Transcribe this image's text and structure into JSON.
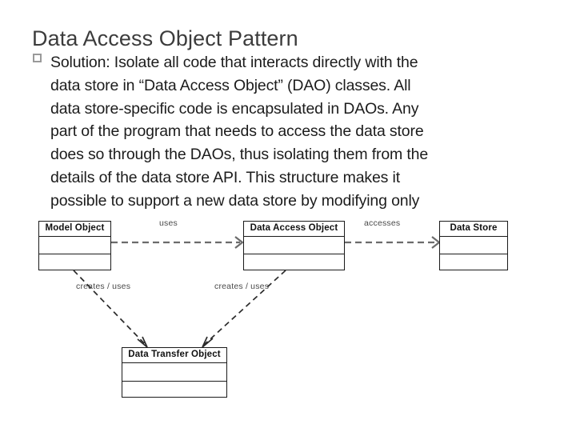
{
  "slide": {
    "title": "Data Access Object Pattern",
    "bullet": {
      "marker_icon": "hollow-square-bullet",
      "lines": [
        "Solution:  Isolate all code that interacts directly with the",
        "data store in “Data Access Object” (DAO) classes.  All",
        "data store-specific code is encapsulated in DAOs.  Any",
        "part of the program that needs to access the data store",
        "does so through the DAOs, thus isolating them from the",
        "details of the data store API.  This structure makes it",
        "possible to support a new data store by modifying only"
      ]
    }
  },
  "diagram": {
    "boxes": [
      {
        "id": "model-object",
        "label": "Model Object"
      },
      {
        "id": "data-access-object",
        "label": "Data Access Object"
      },
      {
        "id": "data-store",
        "label": "Data Store"
      },
      {
        "id": "data-transfer-object",
        "label": "Data Transfer Object"
      }
    ],
    "edge_labels": [
      {
        "id": "uses",
        "text": "uses"
      },
      {
        "id": "accesses",
        "text": "accesses"
      },
      {
        "id": "creates-uses-left",
        "text": "creates / uses"
      },
      {
        "id": "creates-uses-right",
        "text": "creates / uses"
      }
    ]
  },
  "colors": {
    "background": "#ffffff",
    "title_text": "#3c3c3c",
    "body_text": "#1c1c1c",
    "bullet_marker": "#9a9a9a",
    "box_stroke": "#1a1a1a",
    "arrow_stroke": "#6b6b6b",
    "label_text": "#4a4a4a"
  }
}
